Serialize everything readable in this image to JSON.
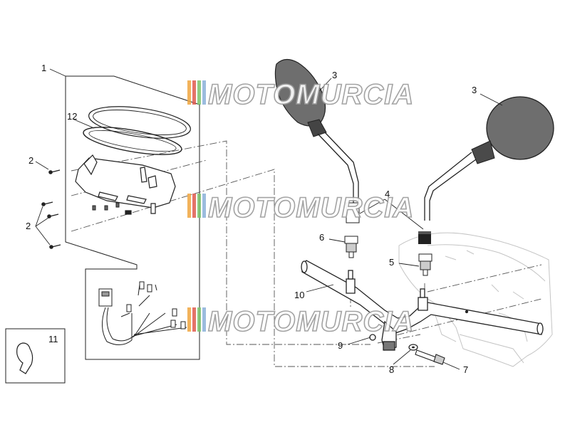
{
  "diagram": {
    "callouts": {
      "c1": "1",
      "c2a": "2",
      "c2b": "2",
      "c3a": "3",
      "c3b": "3",
      "c4": "4",
      "c5": "5",
      "c6": "6",
      "c7": "7",
      "c8": "8",
      "c9": "9",
      "c10": "10",
      "c11": "11",
      "c12": "12"
    },
    "watermark": "MOTOMURCIA",
    "colors": {
      "line": "#222222",
      "mirror": "#6e6e6e",
      "dash": "#555555",
      "faint": "#bdbdbd",
      "wm_red": "#e05a4f",
      "wm_orange": "#f0a640",
      "wm_green": "#7cc36b",
      "wm_blue": "#8ab0d8"
    }
  }
}
